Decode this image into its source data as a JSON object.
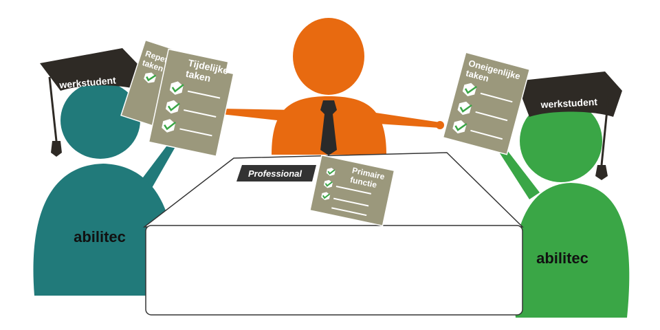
{
  "people": {
    "left_student": {
      "cap_label": "werkstudent",
      "body_label": "abilitec",
      "color": "#217a7a"
    },
    "right_student": {
      "cap_label": "werkstudent",
      "body_label": "abilitec",
      "color": "#3aa646"
    },
    "professional": {
      "color": "#e86a10",
      "tie_color": "#2a2a2a"
    }
  },
  "cards": {
    "repeterende": {
      "line1": "Repeterende",
      "line2": "taken"
    },
    "tijdelijke": {
      "line1": "Tijdelijke",
      "line2": "taken"
    },
    "oneigenlijke": {
      "line1": "Oneigenlijke",
      "line2": "taken"
    },
    "primaire": {
      "line1": "Primaire",
      "line2": "functie"
    }
  },
  "table": {
    "nameplate": "Professional"
  },
  "colors": {
    "card": "#9b987c",
    "cap": "#2e2a25",
    "check": "#3aa646",
    "nameplate": "#333333"
  }
}
